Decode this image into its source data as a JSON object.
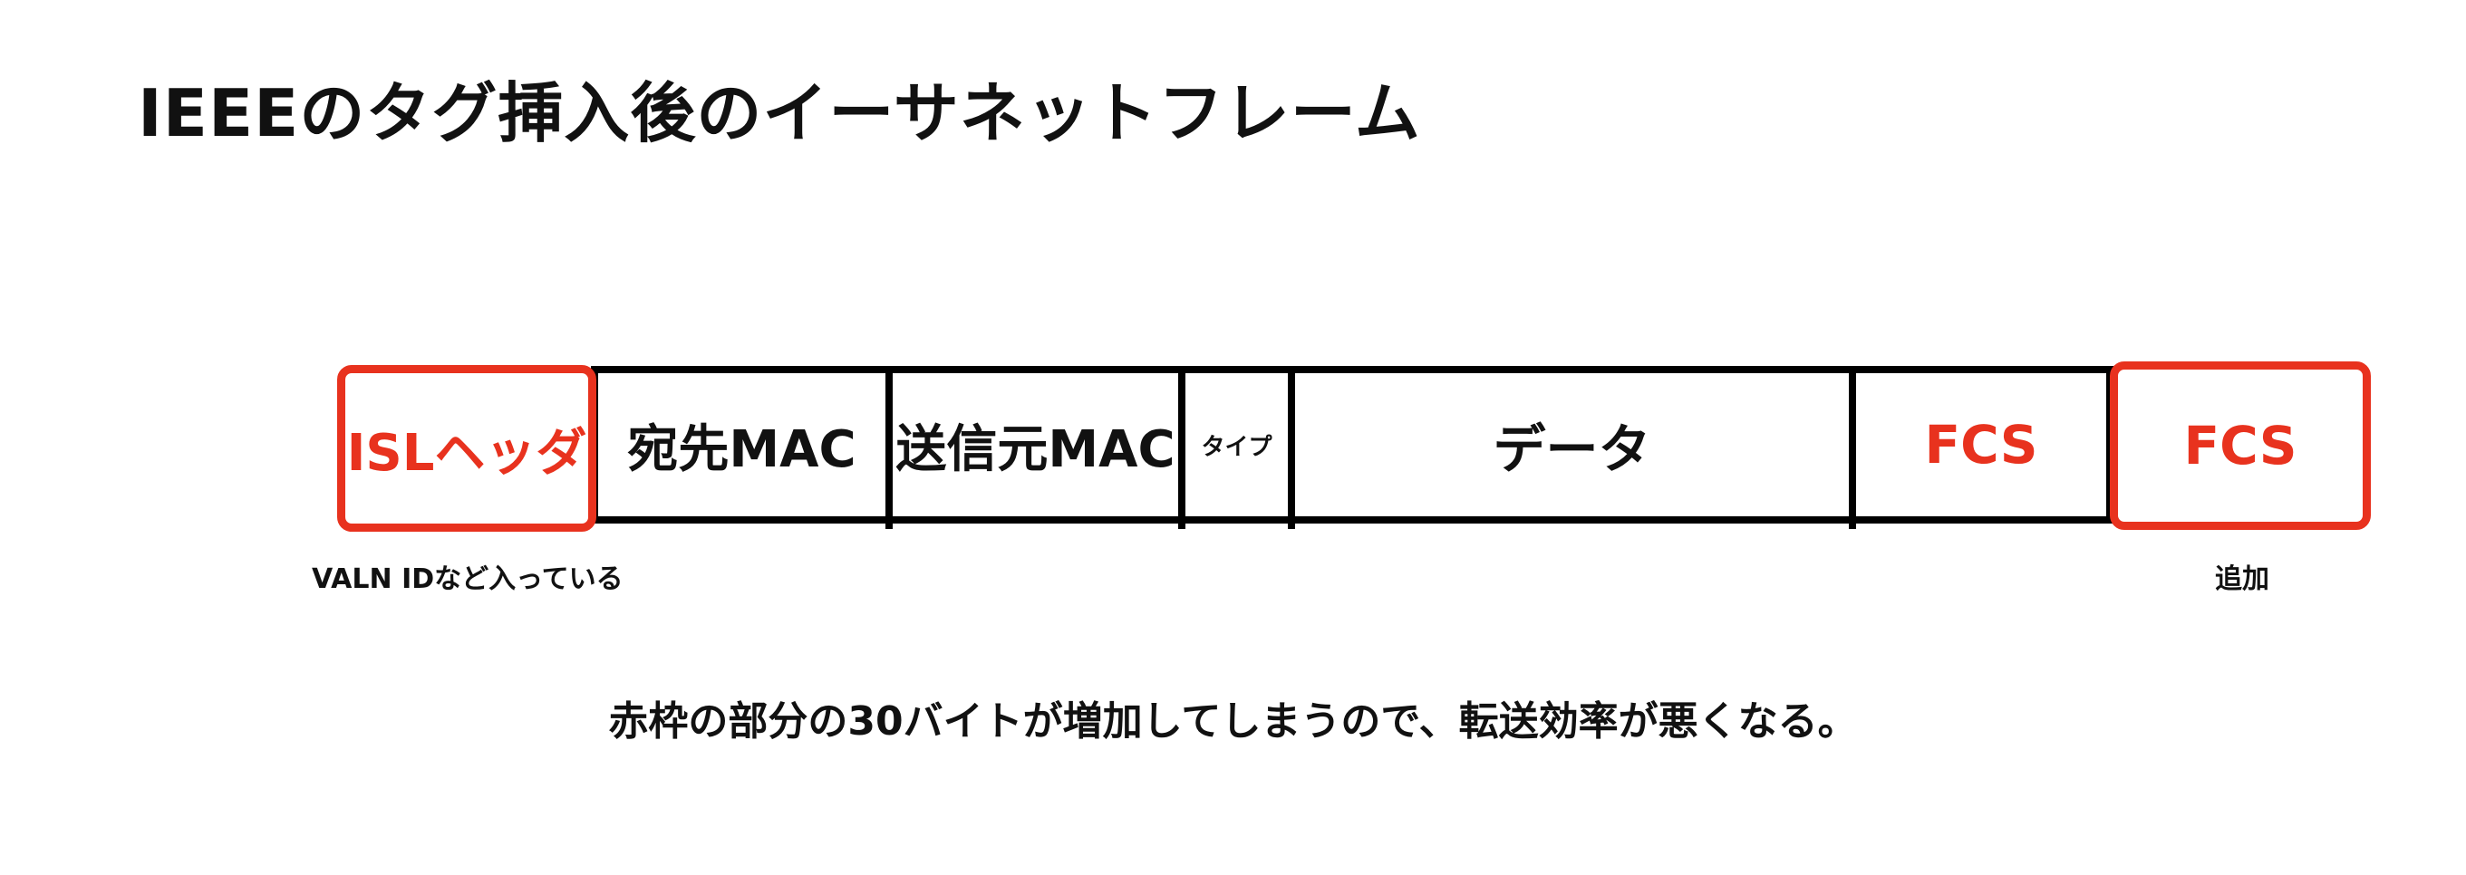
{
  "title": "IEEEのタグ挿入後のイーサネットフレーム",
  "frame": {
    "isl_header": "ISLヘッダ",
    "dest_mac": "宛先MAC",
    "src_mac": "送信元MAC",
    "type": "タイプ",
    "data": "データ",
    "fcs_original": "FCS",
    "fcs_added": "FCS"
  },
  "notes": {
    "isl_header_note": "VALN IDなど入っている",
    "fcs_added_note": "追加"
  },
  "footer": "赤枠の部分の30バイトが増加してしまうので、転送効率が悪くなる。",
  "colors": {
    "highlight": "#e8321e",
    "text": "#111111",
    "border": "#000000"
  }
}
